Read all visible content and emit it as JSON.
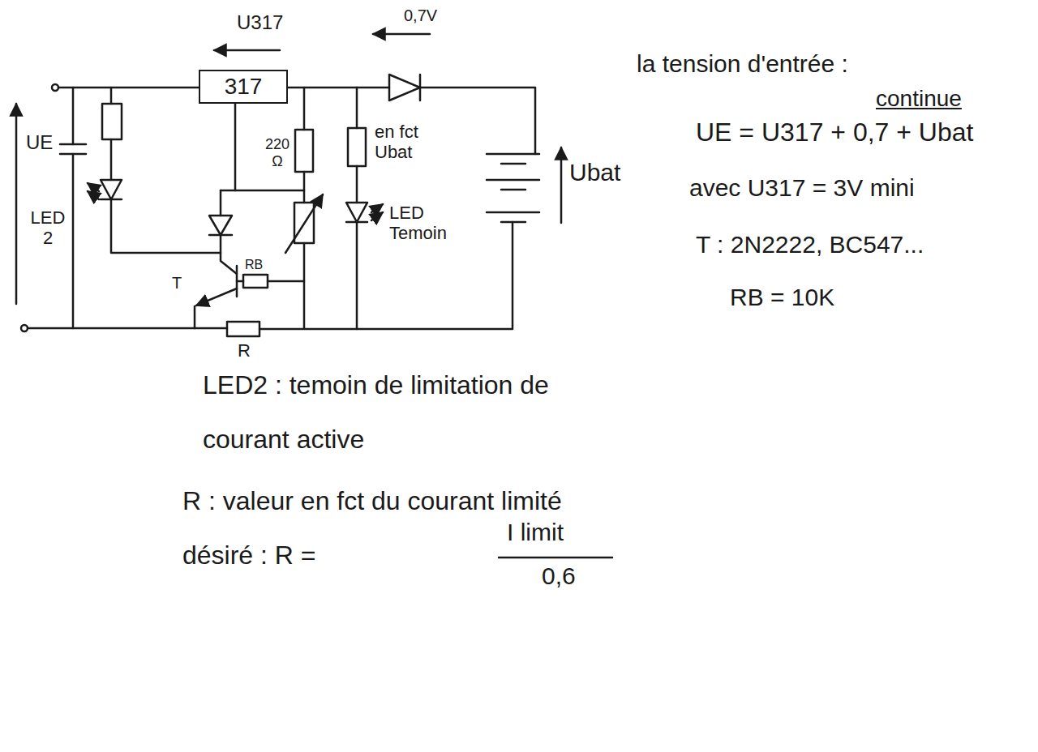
{
  "diagram": {
    "nodes": [
      {
        "text": [
          "317"
        ]
      }
    ],
    "labels": [
      "U317",
      "0,7V",
      "UE",
      "LED 2",
      "220 Ω",
      "en fct Ubat",
      "LED Temoin",
      "RB",
      "T",
      "R",
      "Ubat",
      "la tension d'entrée :",
      "continue",
      "UE = U317 + 0,7 + Ubat",
      "avec U317 = 3V mini",
      "T : 2N2222, BC547...",
      "RB = 10K",
      "LED2 : temoin de limitation de courant active",
      "R : valeur en fct du courant limité désiré : R =",
      "I limit",
      "0,6"
    ]
  }
}
